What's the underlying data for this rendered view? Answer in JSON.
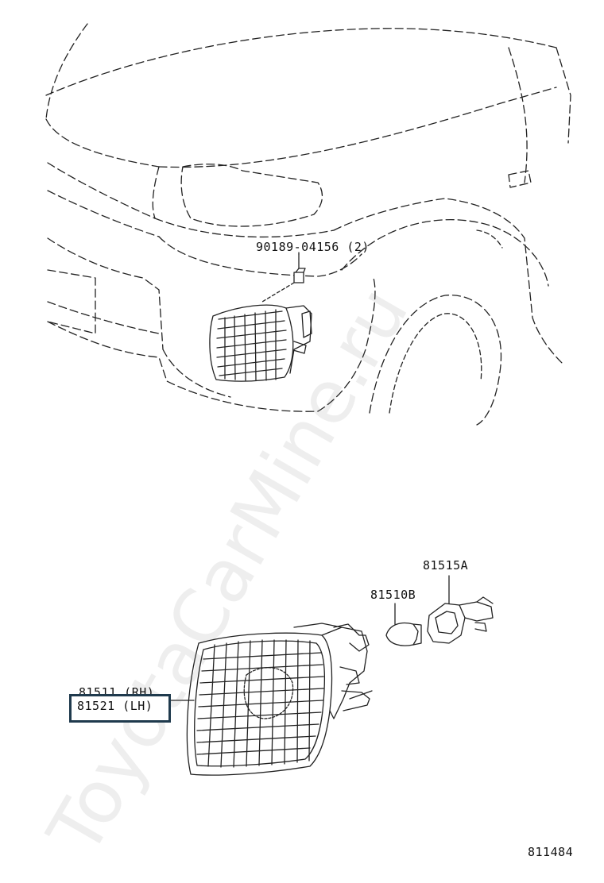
{
  "watermark": "ToyotaCarMine.ru",
  "labels": {
    "clip_part": "90189-04156 (2)",
    "socket_part": "81515A",
    "bulb_part": "81510B",
    "lamp_rh": "81511 (RH)",
    "lamp_lh": "81521 (LH)",
    "diagram_number": "811484"
  },
  "colors": {
    "line": "#222222",
    "highlight_border": "#1f3a4d",
    "watermark": "#787878"
  }
}
